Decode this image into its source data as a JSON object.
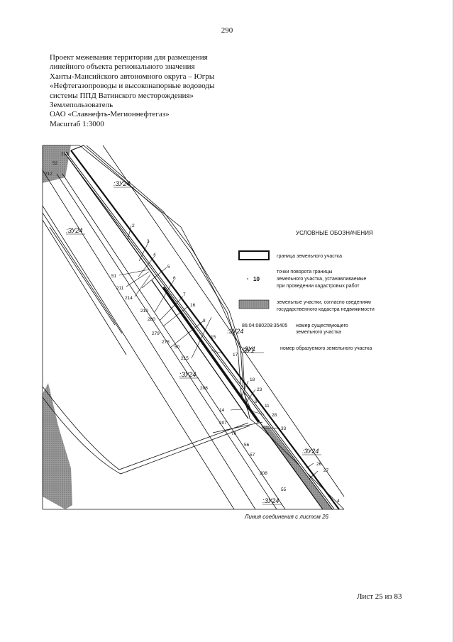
{
  "page_number": "290",
  "header": {
    "lines": [
      "Проект межевания территории для размещения",
      "линейного объекта регионального значения",
      "Ханты-Мансийского автономного округа – Югры",
      "«Нефтегазопроводы и высоконапорные водоводы",
      "системы ППД Ватинского месторождения»",
      "Землепользователь",
      "ОАО «Славнефть-Мегионнефтегаз»",
      "Масштаб 1:3000"
    ]
  },
  "legend": {
    "title": "УСЛОВНЫЕ ОБОЗНАЧЕНИЯ",
    "boundary": "граница земельного участка",
    "point_sample": "10",
    "points": [
      "точки поворота границы",
      "земельного участка, устанавливаемые",
      "при проведении кадастровых работ"
    ],
    "cadastre": [
      "земельные участки, согласно сведениям",
      "государственного кадастра недвижимости"
    ],
    "existing_code": "86:04:080209:35405",
    "existing": [
      "номер существующего",
      "земельного участка"
    ],
    "formed_code": ":ЗУ1",
    "formed": "номер образуемого земельного участка"
  },
  "map": {
    "parcel_labels": [
      ":ЗУ24",
      ":ЗУ24",
      ":ЗУ24",
      ":ЗУ24",
      ":ЗУ24",
      ":ЗУ24",
      ":ЗУ1"
    ],
    "point_numbers": [
      "213",
      "52",
      "212",
      "2",
      "3",
      "4",
      "5",
      "51",
      "211",
      "214",
      "6",
      "7",
      "210",
      "16",
      "280",
      "8",
      "279",
      "278",
      "50",
      "15",
      "215",
      "206",
      "17",
      "18",
      "23",
      "9",
      "14",
      "11",
      "28",
      "207",
      "33",
      "70",
      "56",
      "57",
      "26",
      "208",
      "27",
      "55",
      "4"
    ],
    "connection_line": "Линия соединения с листом 26"
  },
  "footer": {
    "sheet": "Лист 25 из 83"
  }
}
